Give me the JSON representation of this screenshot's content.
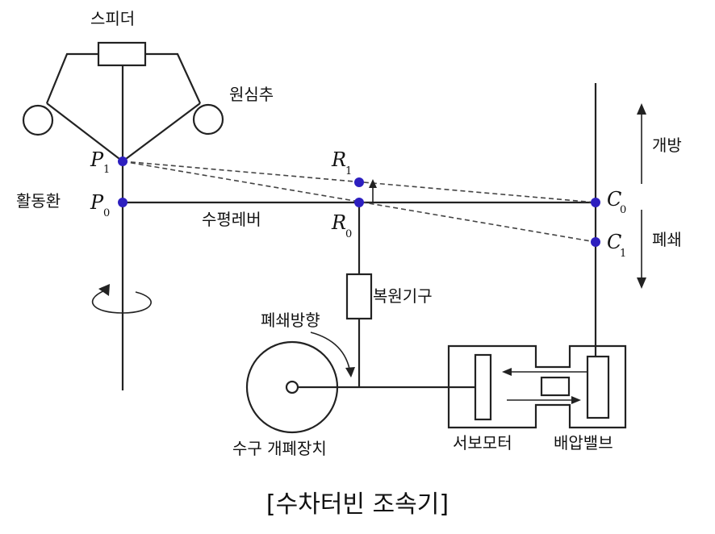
{
  "labels": {
    "speeder": "스피더",
    "centrifugal_weight": "원심추",
    "sliding_ring": "활동환",
    "horizontal_lever": "수평레버",
    "restoring_mechanism": "복원기구",
    "closing_direction": "폐쇄방향",
    "guide_vane_device": "수구 개폐장치",
    "servomotor": "서보모터",
    "distributing_valve": "배압밸브",
    "open": "개방",
    "close": "폐쇄"
  },
  "points": {
    "P1": {
      "letter": "P",
      "sub": "1"
    },
    "P0": {
      "letter": "P",
      "sub": "0"
    },
    "R1": {
      "letter": "R",
      "sub": "1"
    },
    "R0": {
      "letter": "R",
      "sub": "0"
    },
    "C0": {
      "letter": "C",
      "sub": "0"
    },
    "C1": {
      "letter": "C",
      "sub": "1"
    }
  },
  "caption": "[수차터빈 조속기]",
  "colors": {
    "point": "#2d1fbf",
    "line": "#222222"
  }
}
